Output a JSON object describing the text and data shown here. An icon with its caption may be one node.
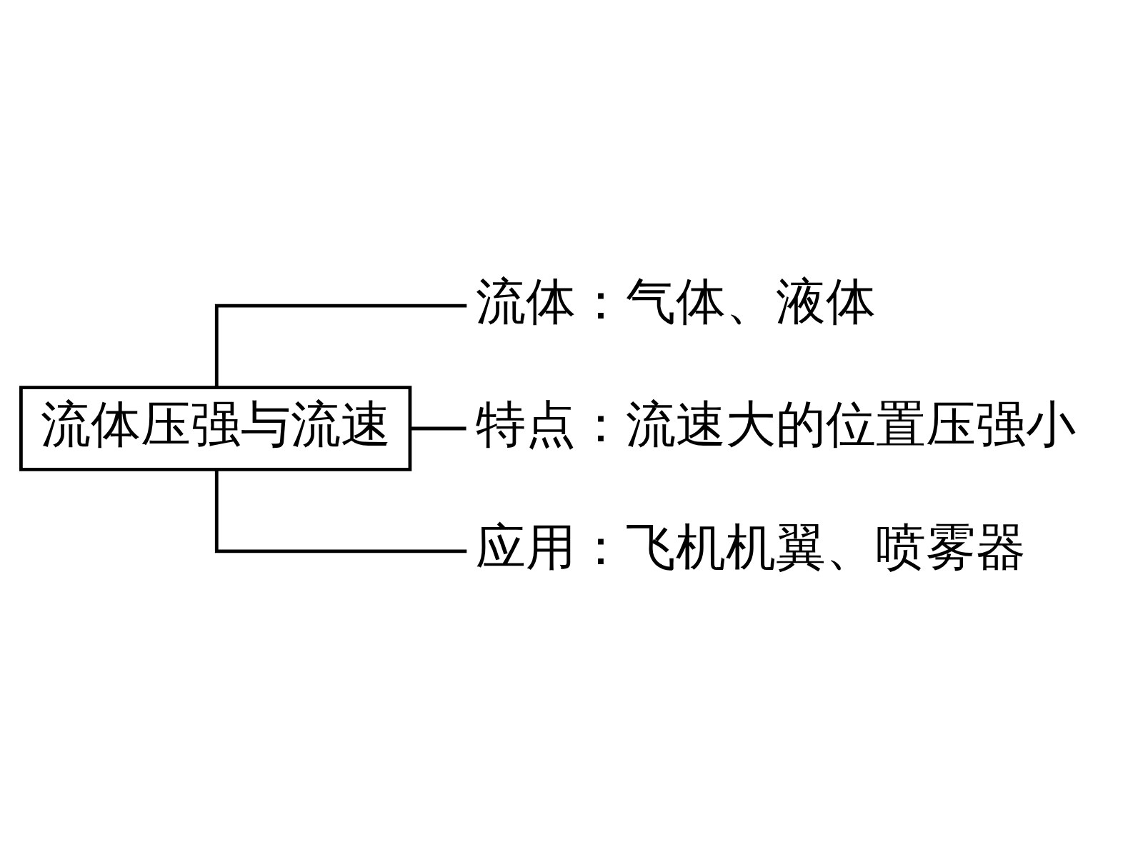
{
  "diagram": {
    "nodes": [
      {
        "text": [
          "流体压强与流速"
        ]
      },
      {
        "text": [
          "流体：气体、液体"
        ]
      },
      {
        "text": [
          "特点：流速大的位置压强小"
        ]
      },
      {
        "text": [
          "应用：飞机机翼、喷雾器"
        ]
      }
    ],
    "edges": [
      {
        "from": 0,
        "to": 1,
        "arrow": "none"
      },
      {
        "from": 0,
        "to": 2,
        "arrow": "none"
      },
      {
        "from": 0,
        "to": 3,
        "arrow": "none"
      }
    ]
  }
}
